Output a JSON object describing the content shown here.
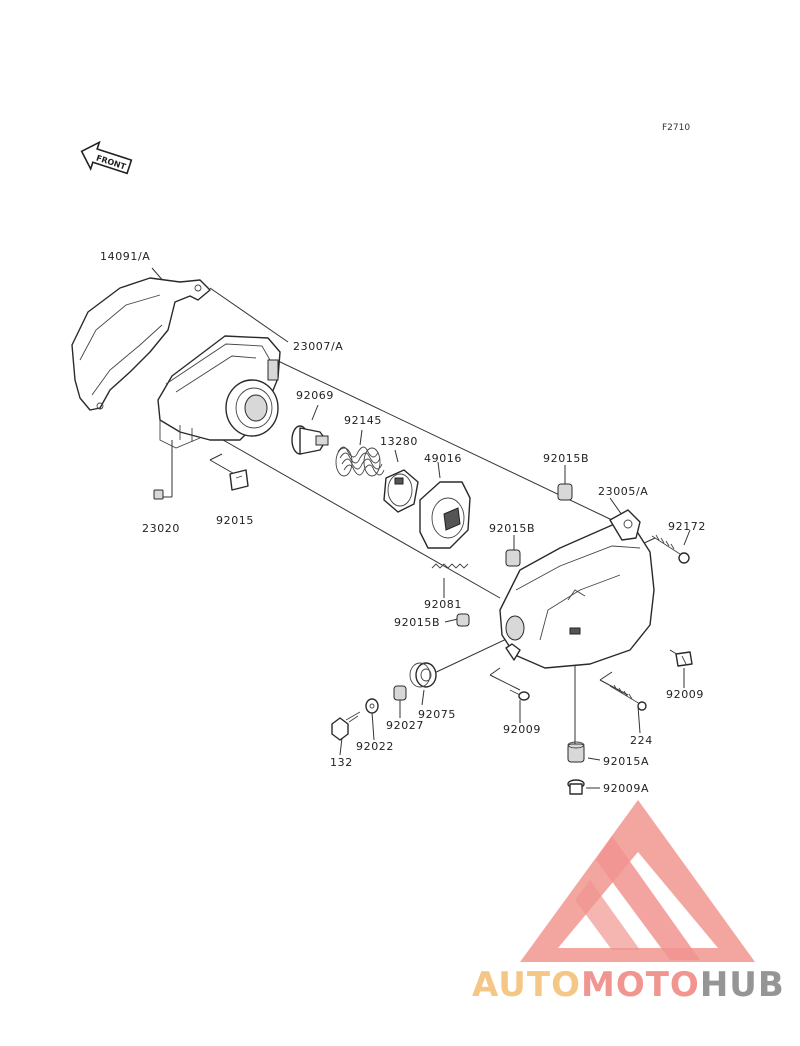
{
  "diagram_code": "F2710",
  "front_arrow_text": "FRONT",
  "parts": {
    "p14091A": "14091/A",
    "p23007A": "23007/A",
    "p92069": "92069",
    "p92145": "92145",
    "p13280": "13280",
    "p49016": "49016",
    "p92015B_top": "92015B",
    "p23005A": "23005/A",
    "p92015B_mid": "92015B",
    "p92172": "92172",
    "p23020": "23020",
    "p92015": "92015",
    "p92081": "92081",
    "p92015B_low": "92015B",
    "p92009_right": "92009",
    "p92075": "92075",
    "p92027": "92027",
    "p92009_center": "92009",
    "p224": "224",
    "p92022": "92022",
    "p132": "132",
    "p92015A": "92015A",
    "p92009A": "92009A"
  },
  "watermark": {
    "text_a": "AUTO",
    "text_b": "MOTO",
    "text_c": "HUB",
    "color_a": "#f5c27a",
    "color_b": "#f08a84",
    "color_c": "#8a8a8a",
    "logo_color": "#f08a84"
  }
}
